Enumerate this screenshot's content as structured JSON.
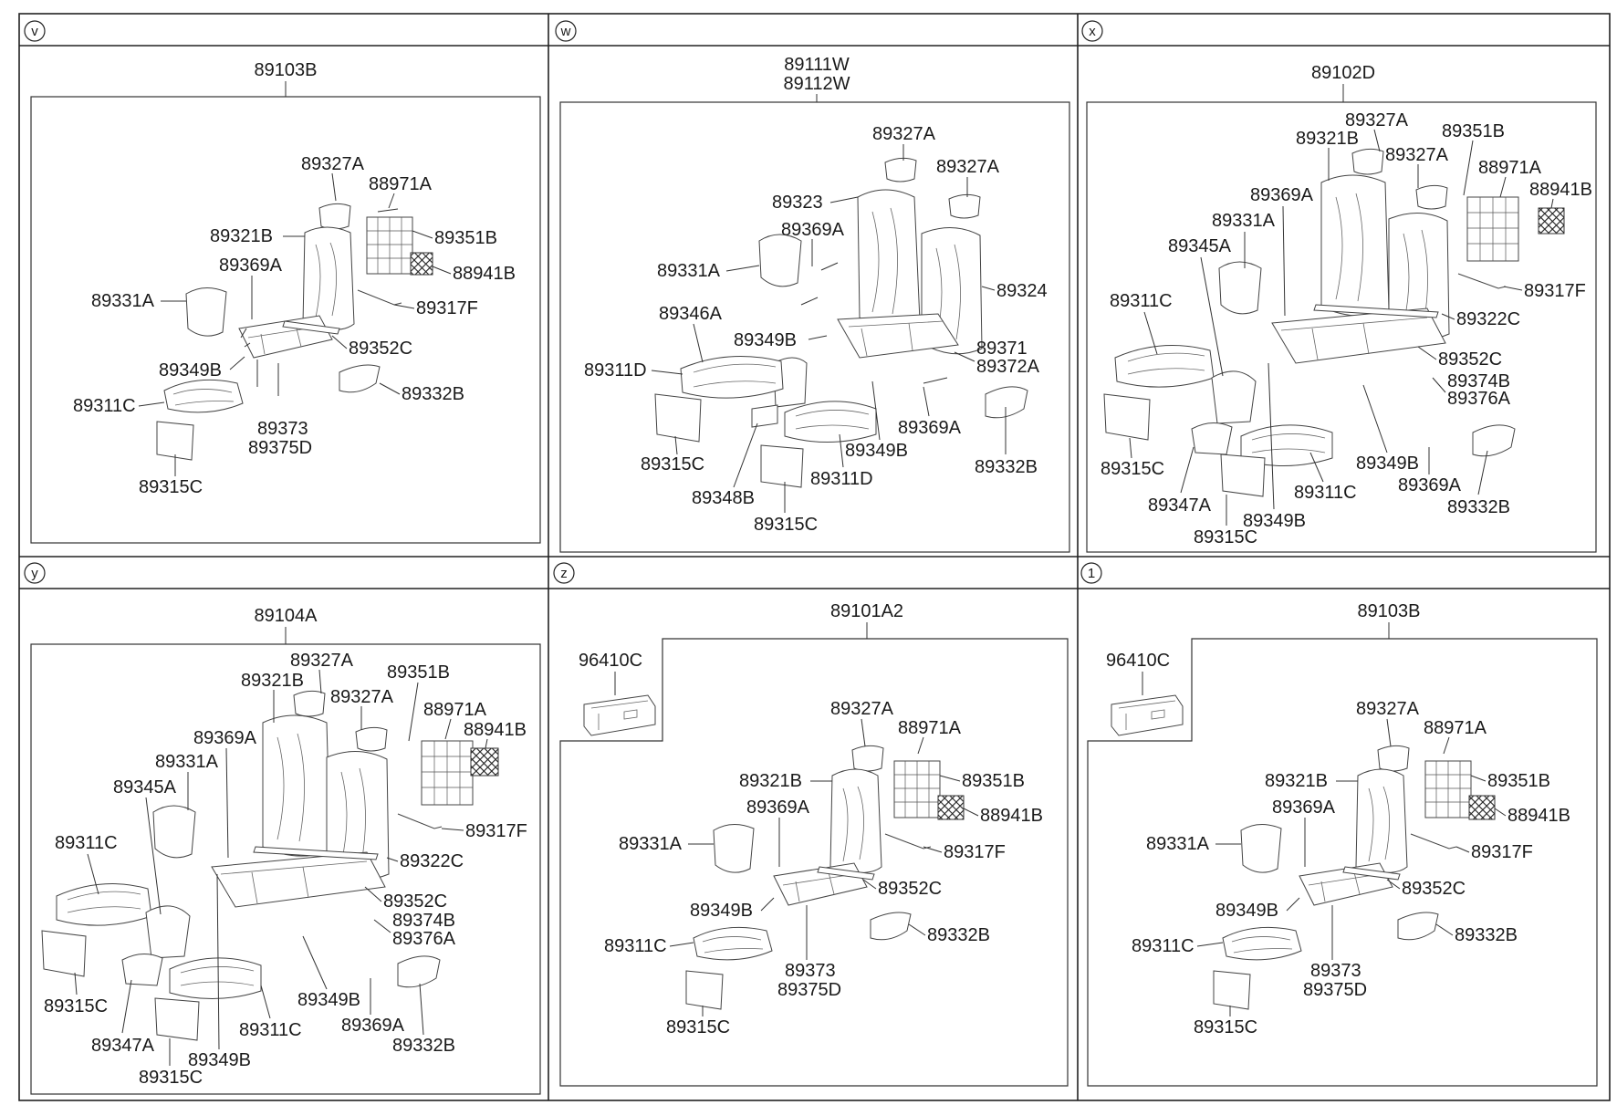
{
  "panels": [
    {
      "badge": "v",
      "title": [
        "89103B"
      ],
      "labels": {
        "p1": "89327A",
        "p2": "88971A",
        "p3": "89321B",
        "p4": "89351B",
        "p5": "89369A",
        "p6": "88941B",
        "p7": "89331A",
        "p8": "89317F",
        "p9": "89352C",
        "p10": "89349B",
        "p11": "89332B",
        "p12": "89311C",
        "p13": "89373",
        "p14": "89375D",
        "p15": "89315C"
      }
    },
    {
      "badge": "w",
      "title": [
        "89111W",
        "89112W"
      ],
      "labels": {
        "p1": "89327A",
        "p2": "89327A",
        "p3": "89323",
        "p4": "89369A",
        "p5": "89331A",
        "p6": "89324",
        "p7": "89346A",
        "p8": "89349B",
        "p9": "89371",
        "p10": "89372A",
        "p11": "89311D",
        "p12": "89369A",
        "p13": "89315C",
        "p14": "89349B",
        "p15": "89311D",
        "p16": "89332B",
        "p17": "89348B",
        "p18": "89315C"
      }
    },
    {
      "badge": "x",
      "title": [
        "89102D"
      ],
      "labels": {
        "p1": "89327A",
        "p2": "89321B",
        "p3": "89351B",
        "p4": "89327A",
        "p5": "88971A",
        "p6": "89369A",
        "p7": "88941B",
        "p8": "89331A",
        "p9": "89345A",
        "p10": "89317F",
        "p11": "89311C",
        "p12": "89322C",
        "p13": "89352C",
        "p14": "89374B",
        "p15": "89376A",
        "p16": "89315C",
        "p17": "89349B",
        "p18": "89311C",
        "p19": "89369A",
        "p20": "89347A",
        "p21": "89349B",
        "p22": "89332B",
        "p23": "89315C"
      }
    },
    {
      "badge": "y",
      "title": [
        "89104A"
      ],
      "labels": {
        "p1": "89327A",
        "p2": "89321B",
        "p3": "89351B",
        "p4": "89327A",
        "p5": "88971A",
        "p6": "89369A",
        "p7": "88941B",
        "p8": "89331A",
        "p9": "89345A",
        "p10": "89317F",
        "p11": "89311C",
        "p12": "89322C",
        "p13": "89352C",
        "p14": "89374B",
        "p15": "89376A",
        "p16": "89315C",
        "p17": "89349B",
        "p18": "89311C",
        "p19": "89369A",
        "p20": "89347A",
        "p21": "89349B",
        "p22": "89332B",
        "p23": "89315C"
      }
    },
    {
      "badge": "z",
      "title": [
        "89101A2"
      ],
      "labels": {
        "p0": "96410C",
        "p1": "89327A",
        "p2": "88971A",
        "p3": "89321B",
        "p4": "89351B",
        "p5": "89369A",
        "p6": "88941B",
        "p7": "89331A",
        "p8": "89317F",
        "p9": "89352C",
        "p10": "89349B",
        "p11": "89332B",
        "p12": "89311C",
        "p13": "89373",
        "p14": "89375D",
        "p15": "89315C"
      }
    },
    {
      "badge": "1",
      "title": [
        "89103B"
      ],
      "labels": {
        "p0": "96410C",
        "p1": "89327A",
        "p2": "88971A",
        "p3": "89321B",
        "p4": "89351B",
        "p5": "89369A",
        "p6": "88941B",
        "p7": "89331A",
        "p8": "89317F",
        "p9": "89352C",
        "p10": "89349B",
        "p11": "89332B",
        "p12": "89311C",
        "p13": "89373",
        "p14": "89375D",
        "p15": "89315C"
      }
    }
  ]
}
